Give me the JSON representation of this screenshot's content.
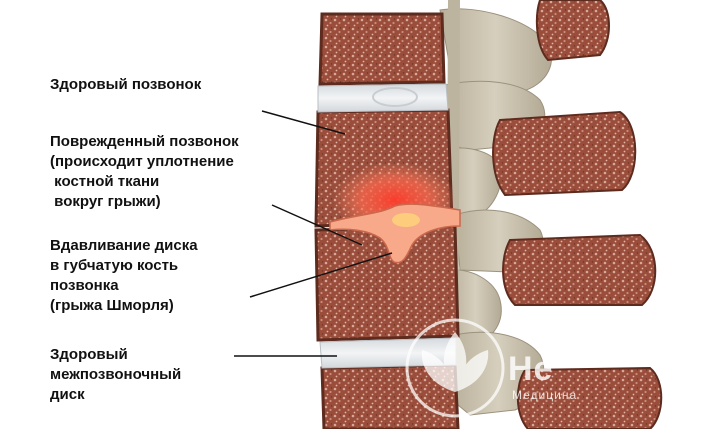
{
  "labels": {
    "healthy_vertebra": "Здоровый позвонок",
    "damaged_vertebra": [
      "Поврежденный позвонок",
      "(происходит уплотнение",
      " костной ткани",
      " вокруг грыжи)"
    ],
    "disc_intrusion": [
      "Вдавливание диска",
      "в губчатую кость",
      "позвонка",
      "(грыжа Шморля)"
    ],
    "healthy_disc": [
      "Здоровый",
      "межпозвоночный",
      "диск"
    ]
  },
  "watermark": {
    "brand": "Не",
    "subtitle": "Медицина"
  },
  "colors": {
    "bone": "#9a4d3a",
    "bone_dark": "#6f3426",
    "bone_pore": "#d8a89a",
    "disc": "#e4e7ea",
    "processes": "#cbc2ae",
    "processes_shadow": "#a79e8a",
    "lesion_core": "#ff5a44",
    "hernia": "#f7a98a"
  }
}
